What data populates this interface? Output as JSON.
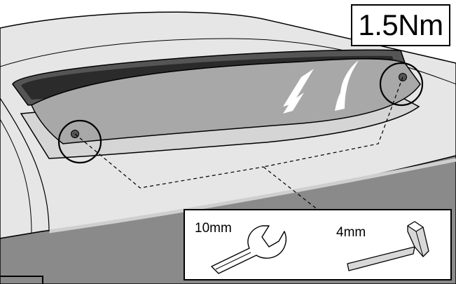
{
  "torque": {
    "value": "1.5Nm"
  },
  "tools": {
    "wrench": {
      "size_label": "10mm",
      "icon": "open-end-wrench-icon"
    },
    "hex_key": {
      "size_label": "4mm",
      "icon": "hex-key-icon"
    }
  },
  "colors": {
    "line": "#000000",
    "glass_dark": "#3a3a3a",
    "spoiler": "#a8a8a8",
    "roof": "#e6e6e6",
    "body_panel": "#8a8a8a",
    "tool_fill": "#d8d8d8"
  }
}
